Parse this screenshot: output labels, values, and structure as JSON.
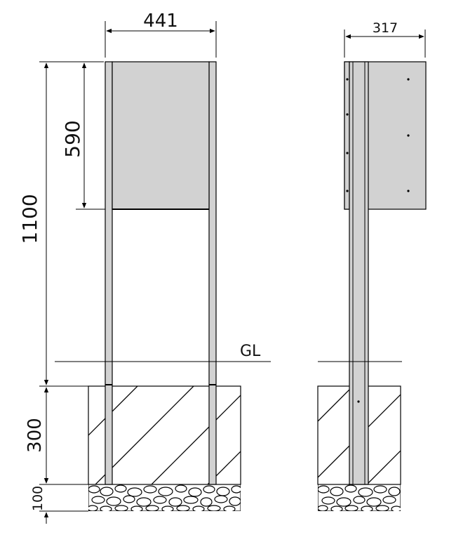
{
  "dimensions": {
    "front_width": "441",
    "side_depth": "317",
    "panel_height": "590",
    "total_height": "1100",
    "foundation_depth": "300",
    "gravel_depth": "100"
  },
  "labels": {
    "ground_line": "GL"
  },
  "colors": {
    "panel_fill": "#d2d2d2",
    "post_fill": "#d2d2d2",
    "line": "#000000"
  }
}
